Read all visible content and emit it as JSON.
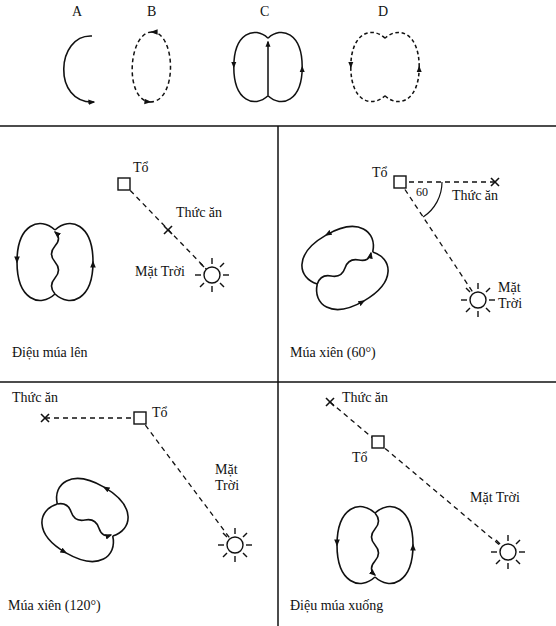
{
  "diagram": {
    "labels": [
      "A",
      "B",
      "C",
      "D",
      "Tổ",
      "Thức ăn",
      "Mặt Trời",
      "Điệu múa lên",
      "Tổ",
      "60",
      "Thức ăn",
      "Mặt Trời",
      "Múa xiên (60°)",
      "Thức ăn",
      "Tổ",
      "Mặt Trời",
      "Múa xiên (120°)",
      "Thức ăn",
      "Tổ",
      "Mặt Trời",
      "Điệu múa xuống"
    ]
  }
}
